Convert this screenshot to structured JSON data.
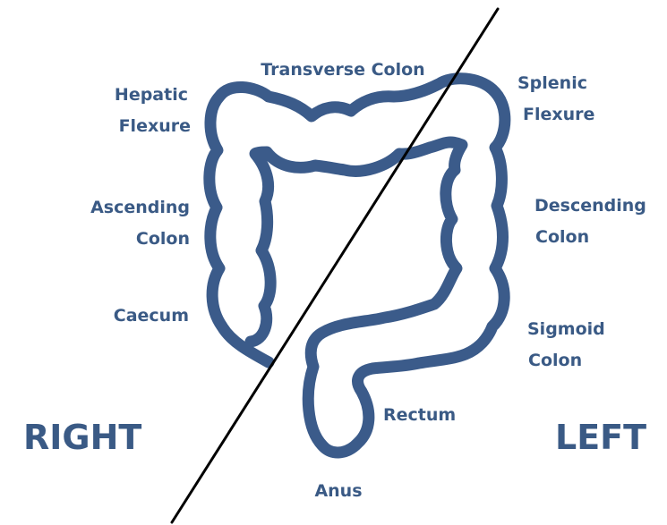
{
  "colors": {
    "organ": "#3b5b8a",
    "text": "#3a5a85",
    "divider": "#000000",
    "background": "#ffffff"
  },
  "labels": {
    "transverse_colon": "Transverse Colon",
    "hepatic_line1": "Hepatic",
    "hepatic_line2": "Flexure",
    "splenic_line1": "Splenic",
    "splenic_line2": "Flexure",
    "ascending_line1": "Ascending",
    "ascending_line2": "Colon",
    "descending_line1": "Descending",
    "descending_line2": "Colon",
    "caecum": "Caecum",
    "sigmoid_line1": "Sigmoid",
    "sigmoid_line2": "Colon",
    "rectum": "Rectum",
    "anus": "Anus"
  },
  "sides": {
    "right": "RIGHT",
    "left": "LEFT"
  }
}
